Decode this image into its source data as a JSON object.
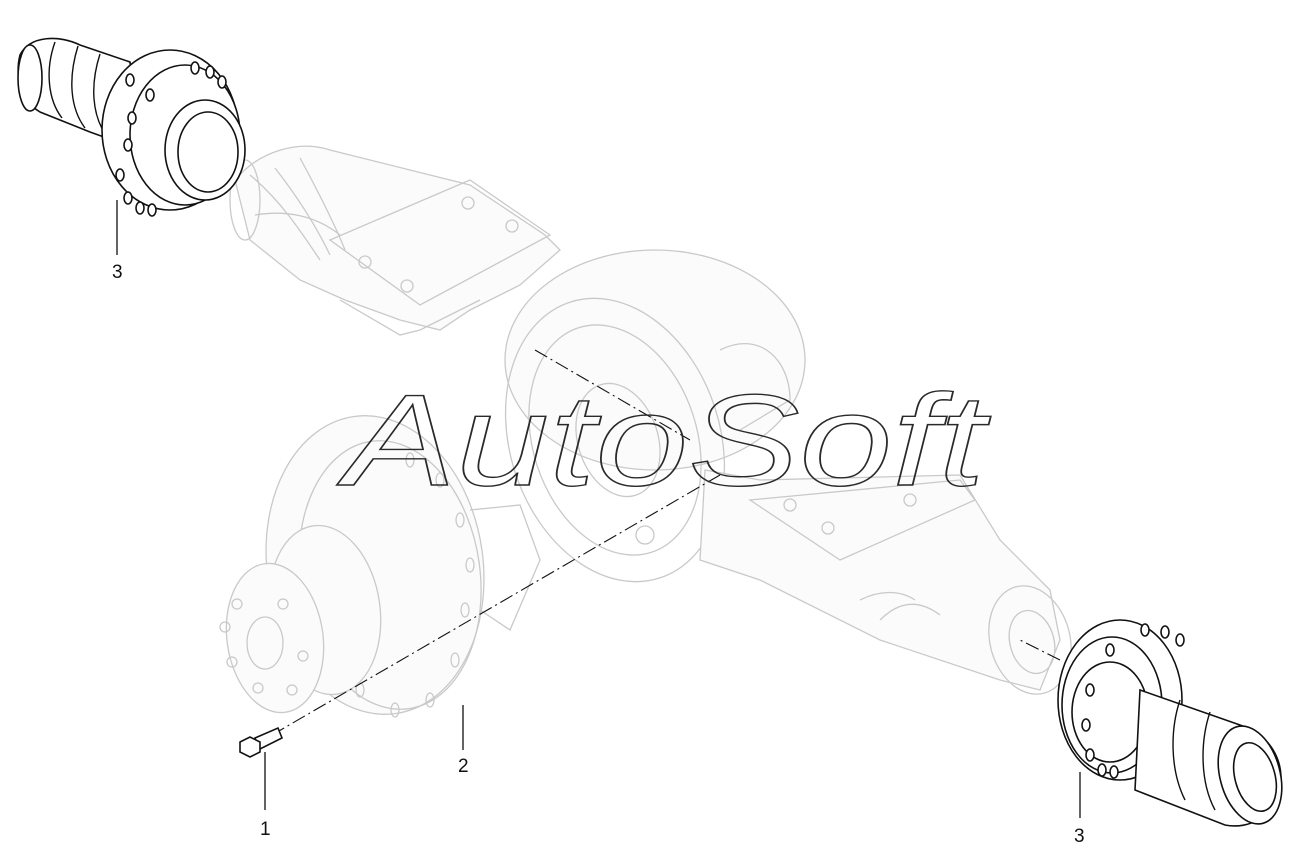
{
  "watermark": "AutoSoft",
  "callouts": [
    {
      "id": "bolt",
      "text": "1"
    },
    {
      "id": "wheel-hub-assembly",
      "text": "2"
    },
    {
      "id": "hub-left",
      "text": "3"
    },
    {
      "id": "hub-right",
      "text": "3"
    }
  ],
  "colors": {
    "ink": "#111111",
    "ghost": "#c9c9c9",
    "background": "#ffffff"
  }
}
